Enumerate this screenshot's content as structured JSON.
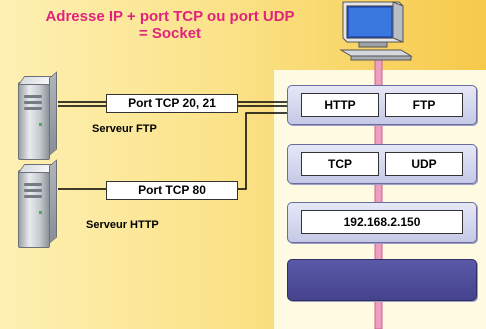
{
  "title": {
    "line1": "Adresse IP + port TCP ou port UDP",
    "line2": "= Socket"
  },
  "servers": {
    "ftp": {
      "name": "Serveur FTP",
      "port_label": "Port TCP 20, 21"
    },
    "http": {
      "name": "Serveur HTTP",
      "port_label": "Port TCP 80"
    }
  },
  "stack": {
    "application": [
      "HTTP",
      "FTP"
    ],
    "transport": [
      "TCP",
      "UDP"
    ],
    "network": "192.168.2.150"
  },
  "colors": {
    "title": "#e0247e",
    "wire": "#e88ab0",
    "layer_dark": "#4c4a96"
  },
  "icons": [
    "computer-icon",
    "server-icon"
  ]
}
